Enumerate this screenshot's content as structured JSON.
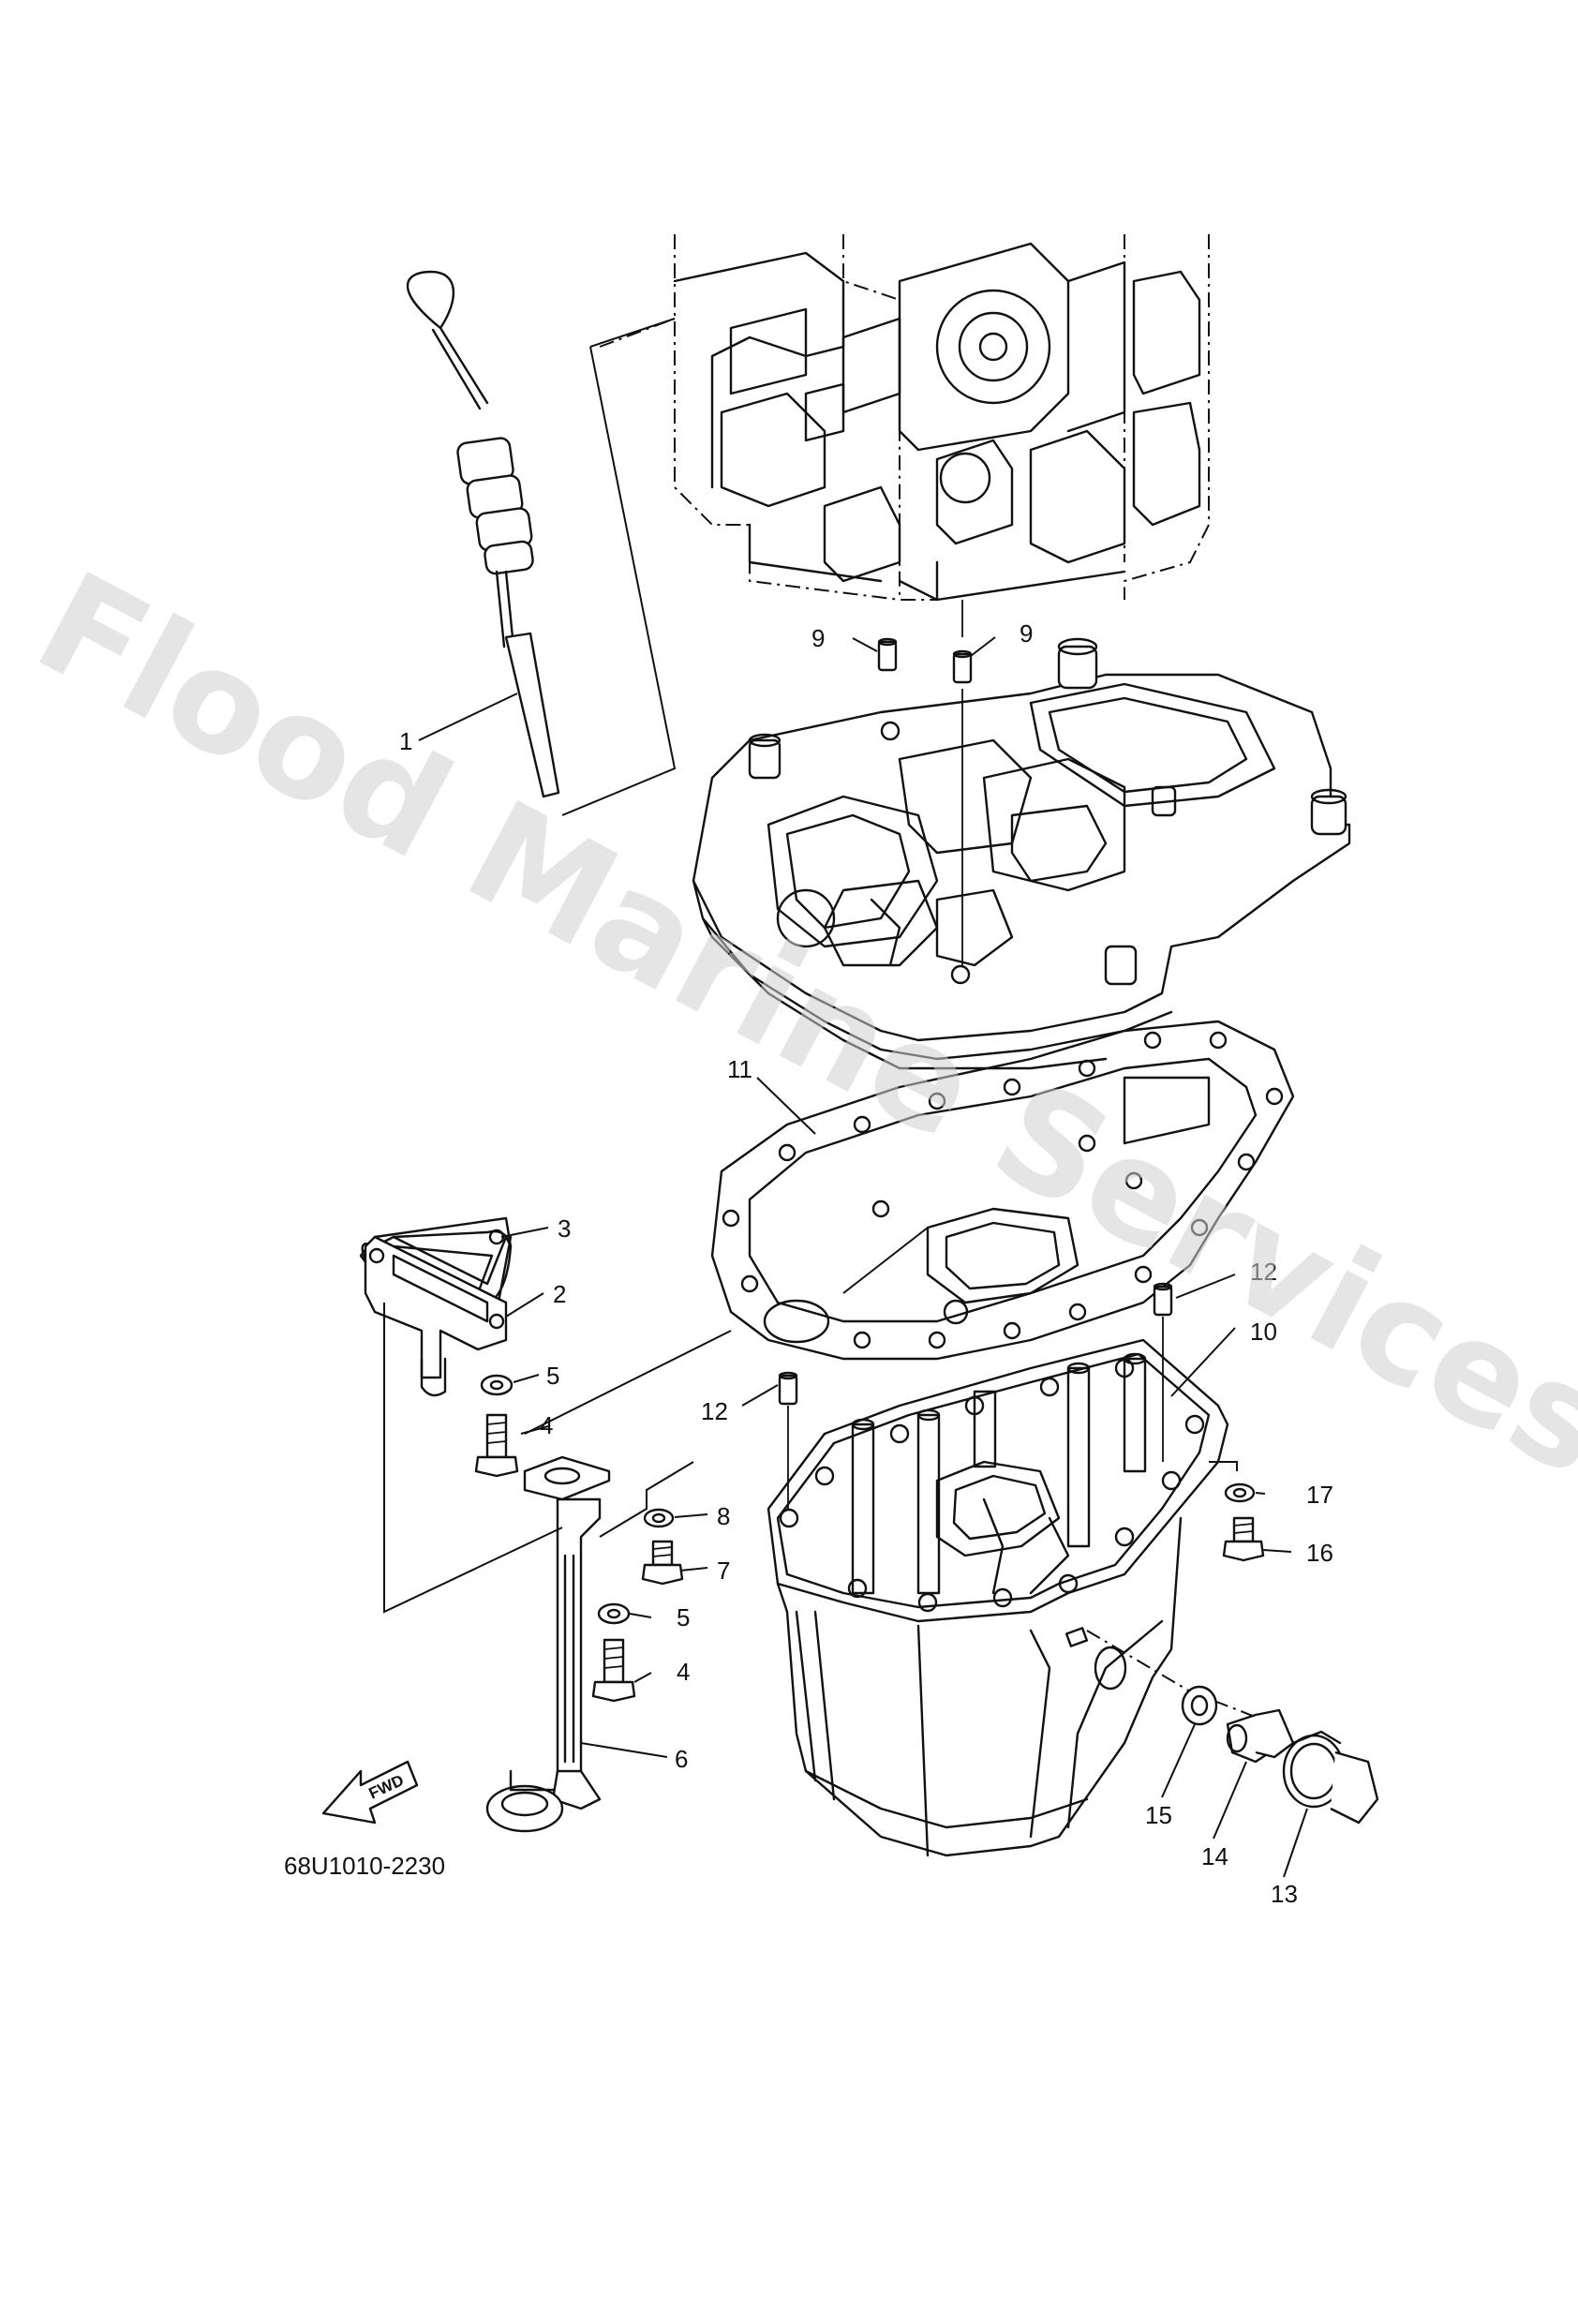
{
  "diagram": {
    "reference_code": "68U1010-2230",
    "fwd_label": "FWD",
    "watermark": "Flood Marine Services",
    "callouts": [
      "1",
      "2",
      "3",
      "4",
      "4",
      "5",
      "5",
      "6",
      "7",
      "8",
      "9",
      "9",
      "10",
      "11",
      "12",
      "12",
      "13",
      "14",
      "15",
      "16",
      "17"
    ]
  }
}
